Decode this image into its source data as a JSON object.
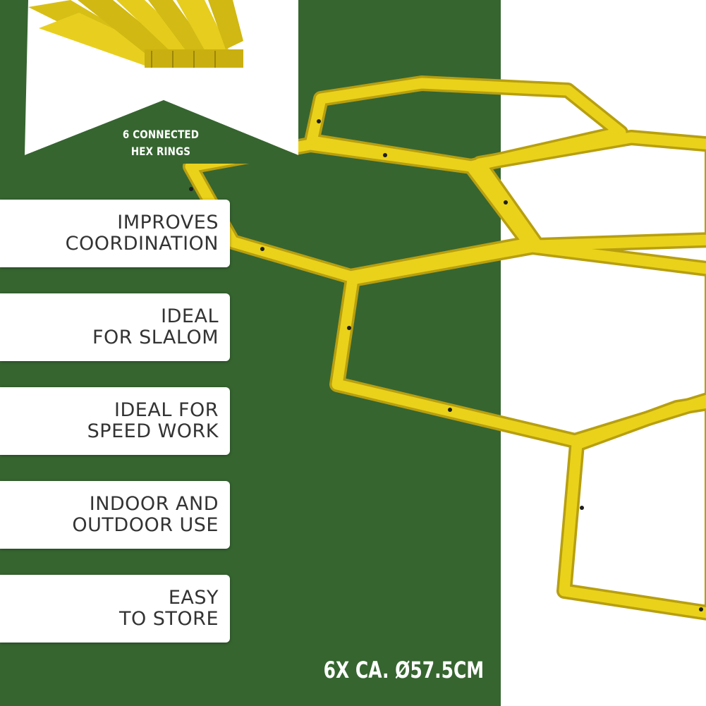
{
  "inset": {
    "caption_line1": "6 CONNECTED",
    "caption_line2": "HEX RINGS"
  },
  "features": [
    {
      "line1": "IMPROVES",
      "line2": "COORDINATION"
    },
    {
      "line1": "IDEAL",
      "line2": "FOR SLALOM"
    },
    {
      "line1": "IDEAL FOR",
      "line2": "SPEED WORK"
    },
    {
      "line1": "INDOOR AND",
      "line2": "OUTDOOR USE"
    },
    {
      "line1": "EASY",
      "line2": "TO STORE"
    }
  ],
  "size_label": "6X CA. Ø57.5CM",
  "colors": {
    "background_green": "#366530",
    "ring_yellow": "#ead21b",
    "ring_shade": "#b79f10",
    "card_white": "#ffffff",
    "text_dark": "#333333"
  }
}
